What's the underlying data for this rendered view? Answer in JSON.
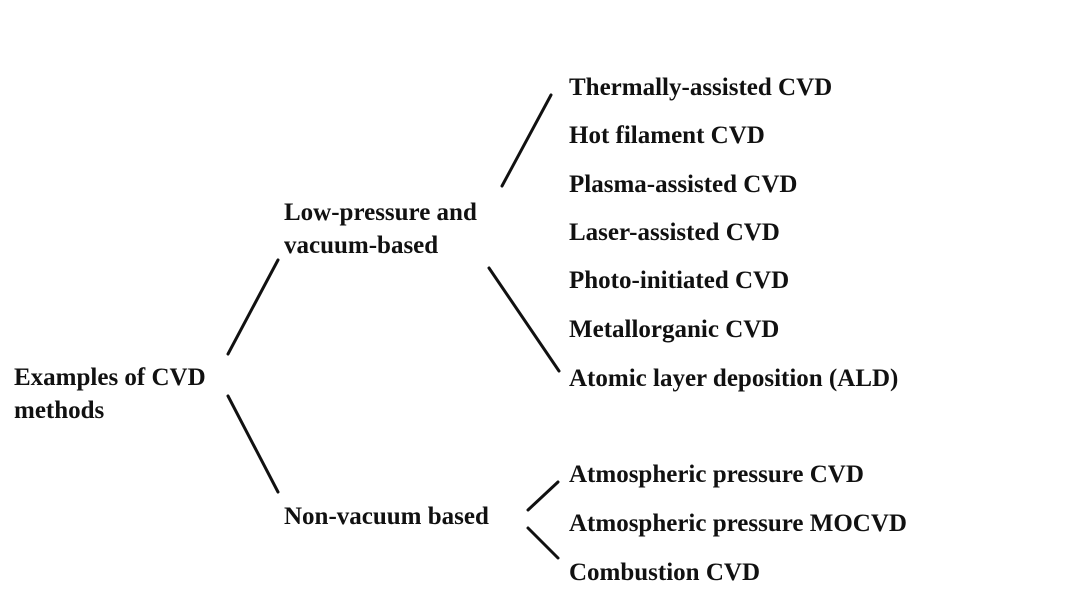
{
  "root": {
    "lines": [
      "Examples of CVD",
      "methods"
    ]
  },
  "branches": [
    {
      "lines": [
        "Low-pressure and",
        "vacuum-based"
      ],
      "children": [
        "Thermally-assisted CVD",
        "Hot filament CVD",
        "Plasma-assisted CVD",
        "Laser-assisted CVD",
        "Photo-initiated CVD",
        "Metallorganic CVD",
        "Atomic layer deposition (ALD)"
      ]
    },
    {
      "lines": [
        "Non-vacuum based"
      ],
      "children": [
        "Atmospheric pressure CVD",
        "Atmospheric pressure MOCVD",
        "Combustion CVD"
      ]
    }
  ]
}
